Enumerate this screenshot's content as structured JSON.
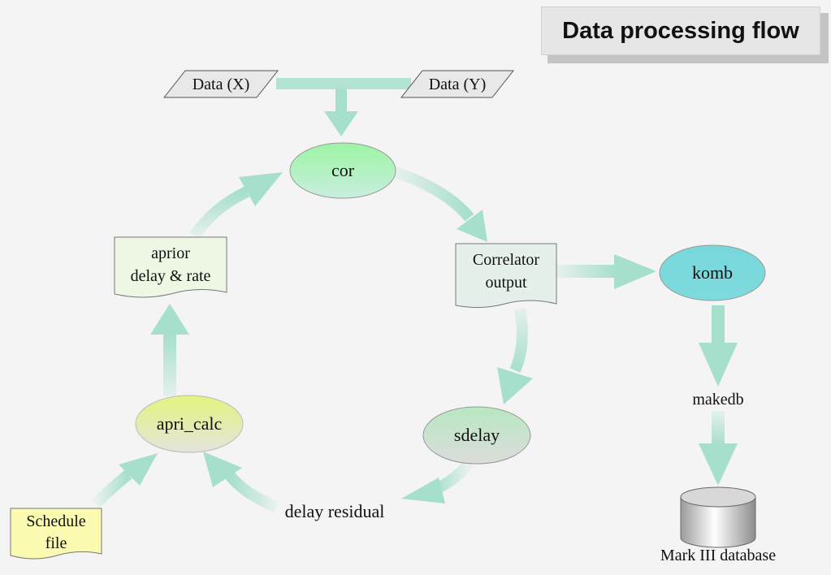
{
  "title": "Data processing flow",
  "nodes": {
    "data_x": "Data (X)",
    "data_y": "Data (Y)",
    "cor": "cor",
    "correlator_output_line1": "Correlator",
    "correlator_output_line2": "output",
    "komb": "komb",
    "makedb": "makedb",
    "mark3_database": "Mark III database",
    "sdelay": "sdelay",
    "delay_residual": "delay residual",
    "apri_calc": "apri_calc",
    "aprior_line1": "aprior",
    "aprior_line2": "delay & rate",
    "schedule_line1": "Schedule",
    "schedule_line2": "file"
  },
  "colors": {
    "arrow": "#a6dfcb",
    "cor_fill": "#9ff0a8",
    "komb_fill": "#7dd9dc",
    "sdelay_fill": "#c6e8c8",
    "apri_calc_fill": "#e2f08a",
    "aprior_fill": "#eef6e4",
    "schedule_fill": "#fafab0",
    "correlator_fill": "#e6f0ea",
    "parallelogram_fill": "#e8e8e8"
  }
}
